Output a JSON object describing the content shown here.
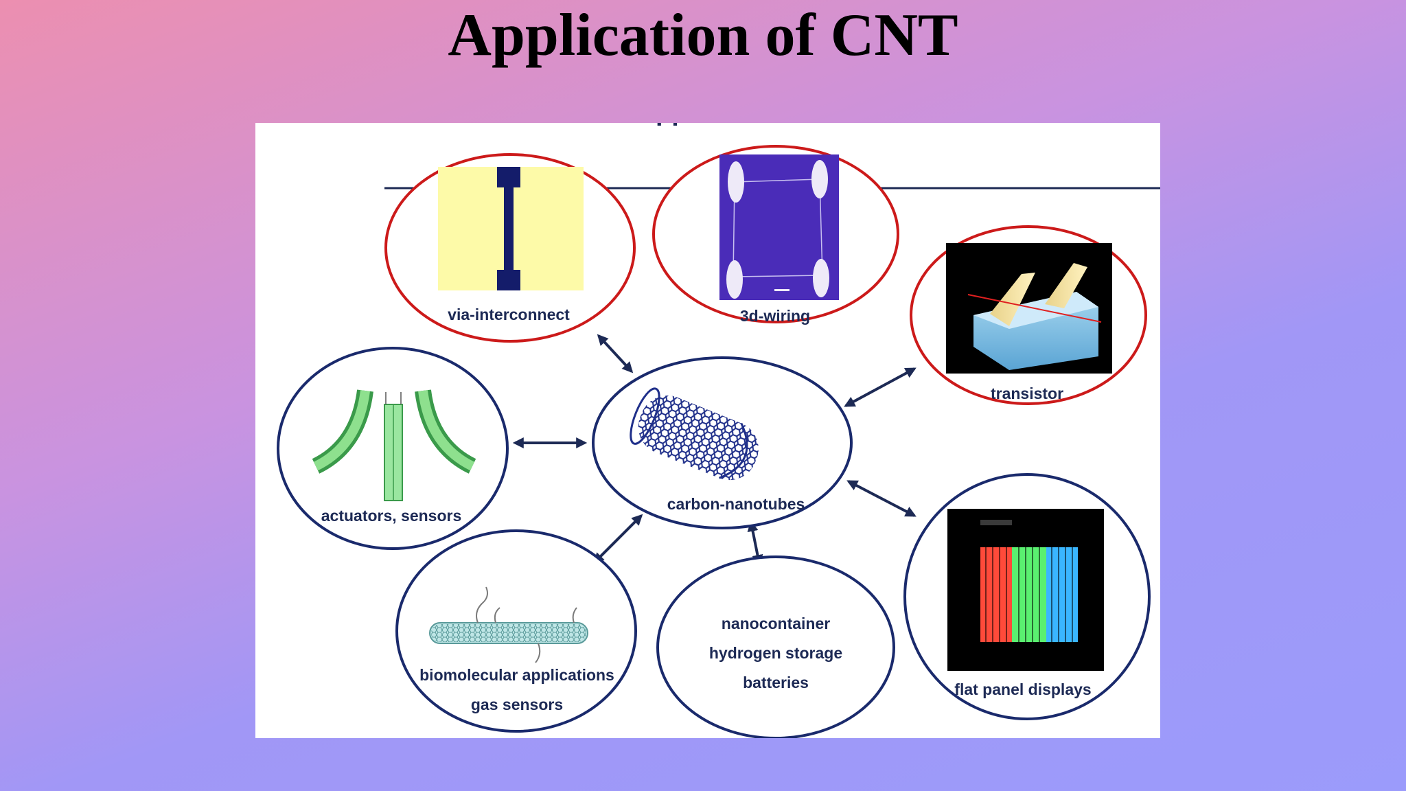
{
  "slide": {
    "title": "Application of CNT"
  },
  "diagram": {
    "center": {
      "label": "carbon-nanotubes",
      "icon": "carbon-nanotube-icon"
    },
    "nodes": [
      {
        "id": "via-interconnect",
        "label": "via-interconnect",
        "icon": "via-interconnect-image",
        "border": "#cc1a1a"
      },
      {
        "id": "3d-wiring",
        "label": "3d-wiring",
        "icon": "3d-wiring-micrograph",
        "border": "#cc1a1a"
      },
      {
        "id": "transistor",
        "label": "transistor",
        "icon": "transistor-image",
        "border": "#cc1a1a"
      },
      {
        "id": "actuators-sensors",
        "label": "actuators, sensors",
        "icon": "actuator-image",
        "border": "#1a2a6c"
      },
      {
        "id": "biomolecular",
        "label_line1": "biomolecular applications",
        "label_line2": "gas sensors",
        "icon": "biomolecular-nanotube-image",
        "border": "#1a2a6c"
      },
      {
        "id": "nanocontainer",
        "line1": "nanocontainer",
        "line2": "hydrogen storage",
        "line3": "batteries",
        "border": "#1a2a6c"
      },
      {
        "id": "flat-panel",
        "label": "flat panel displays",
        "icon": "flat-panel-display-image",
        "border": "#1a2a6c"
      }
    ],
    "colors": {
      "red_border": "#cc1a1a",
      "navy_border": "#1a2a6c",
      "arrow": "#1d2a55",
      "label": "#1d2a55"
    }
  }
}
